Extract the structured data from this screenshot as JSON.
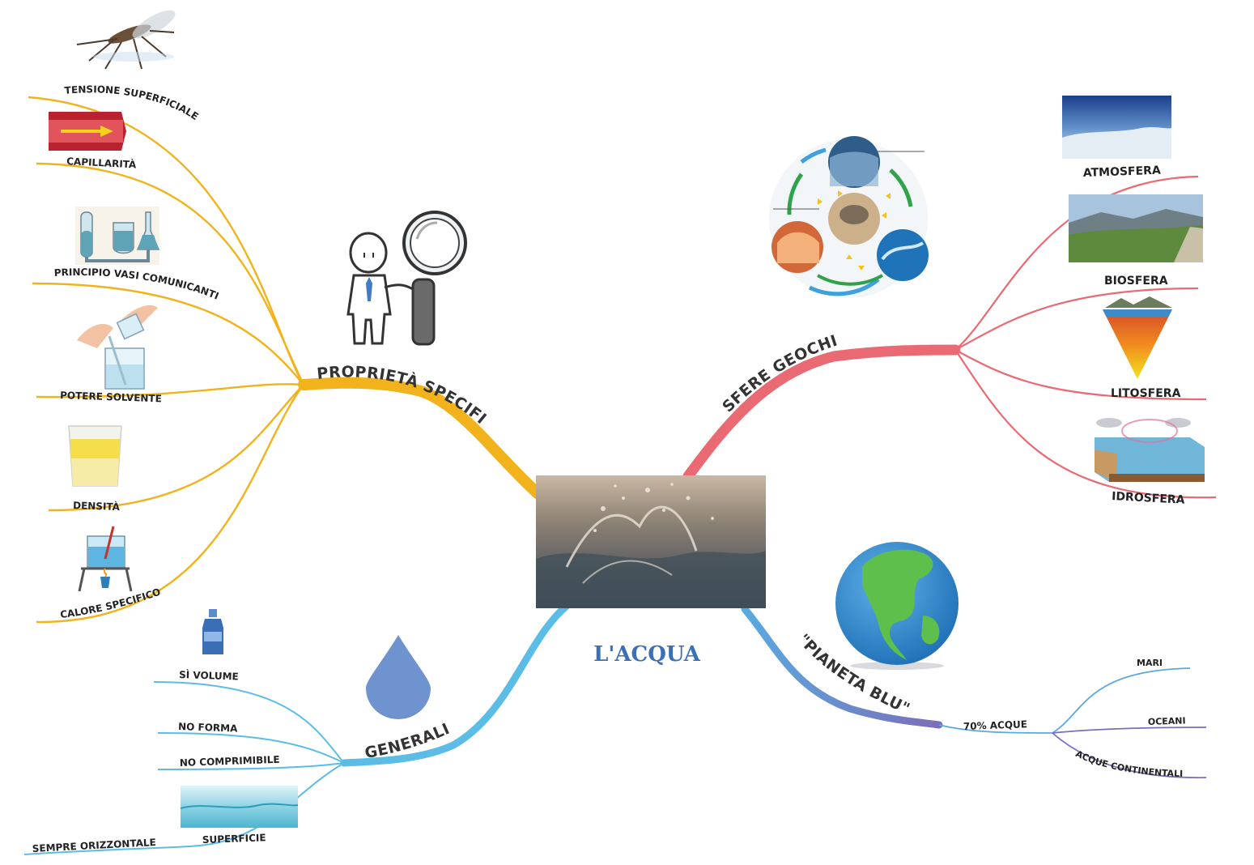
{
  "center": {
    "title": "L'ACQUA"
  },
  "colors": {
    "orange": "#f2b21b",
    "red": "#ea6a73",
    "light_blue": "#5bbde6",
    "purple": "#7b6fb8",
    "title_blue": "#3b6fb6"
  },
  "branches": {
    "proprieta": {
      "label": "PROPRIETÀ SPECIFICHE",
      "items": [
        "TENSIONE SUPERFICIALE",
        "CAPILLARITÀ",
        "PRINCIPIO VASI COMUNICANTI",
        "POTERE SOLVENTE",
        "DENSITÀ",
        "CALORE SPECIFICO"
      ]
    },
    "sfere": {
      "label": "SFERE GEOCHIMICHE",
      "items": [
        "ATMOSFERA",
        "BIOSFERA",
        "LITOSFERA",
        "IDROSFERA"
      ]
    },
    "generali": {
      "label": "GENERALI",
      "items": [
        "SÌ VOLUME",
        "NO FORMA",
        "NO COMPRIMIBILE",
        "SUPERFICIE"
      ],
      "sub": {
        "superficie": "SEMPRE ORIZZONTALE"
      }
    },
    "pianeta": {
      "label": "\"PIANETA BLU\"",
      "items": [
        "70% ACQUE"
      ],
      "sub": [
        "MARI",
        "OCEANI",
        "ACQUE CONTINENTALI"
      ]
    }
  },
  "icons": [
    "mosquito-icon",
    "capillary-tube-icon",
    "communicating-vessels-icon",
    "solvent-pouring-icon",
    "density-glass-icon",
    "heated-beaker-icon",
    "magnifier-person-icon",
    "geosphere-cycle-icon",
    "atmosphere-photo-icon",
    "biosphere-photo-icon",
    "lithosphere-layers-icon",
    "hydrosphere-diagram-icon",
    "water-bottle-icon",
    "water-drop-icon",
    "water-surface-photo-icon",
    "earth-globe-icon",
    "water-splash-photo-icon"
  ]
}
